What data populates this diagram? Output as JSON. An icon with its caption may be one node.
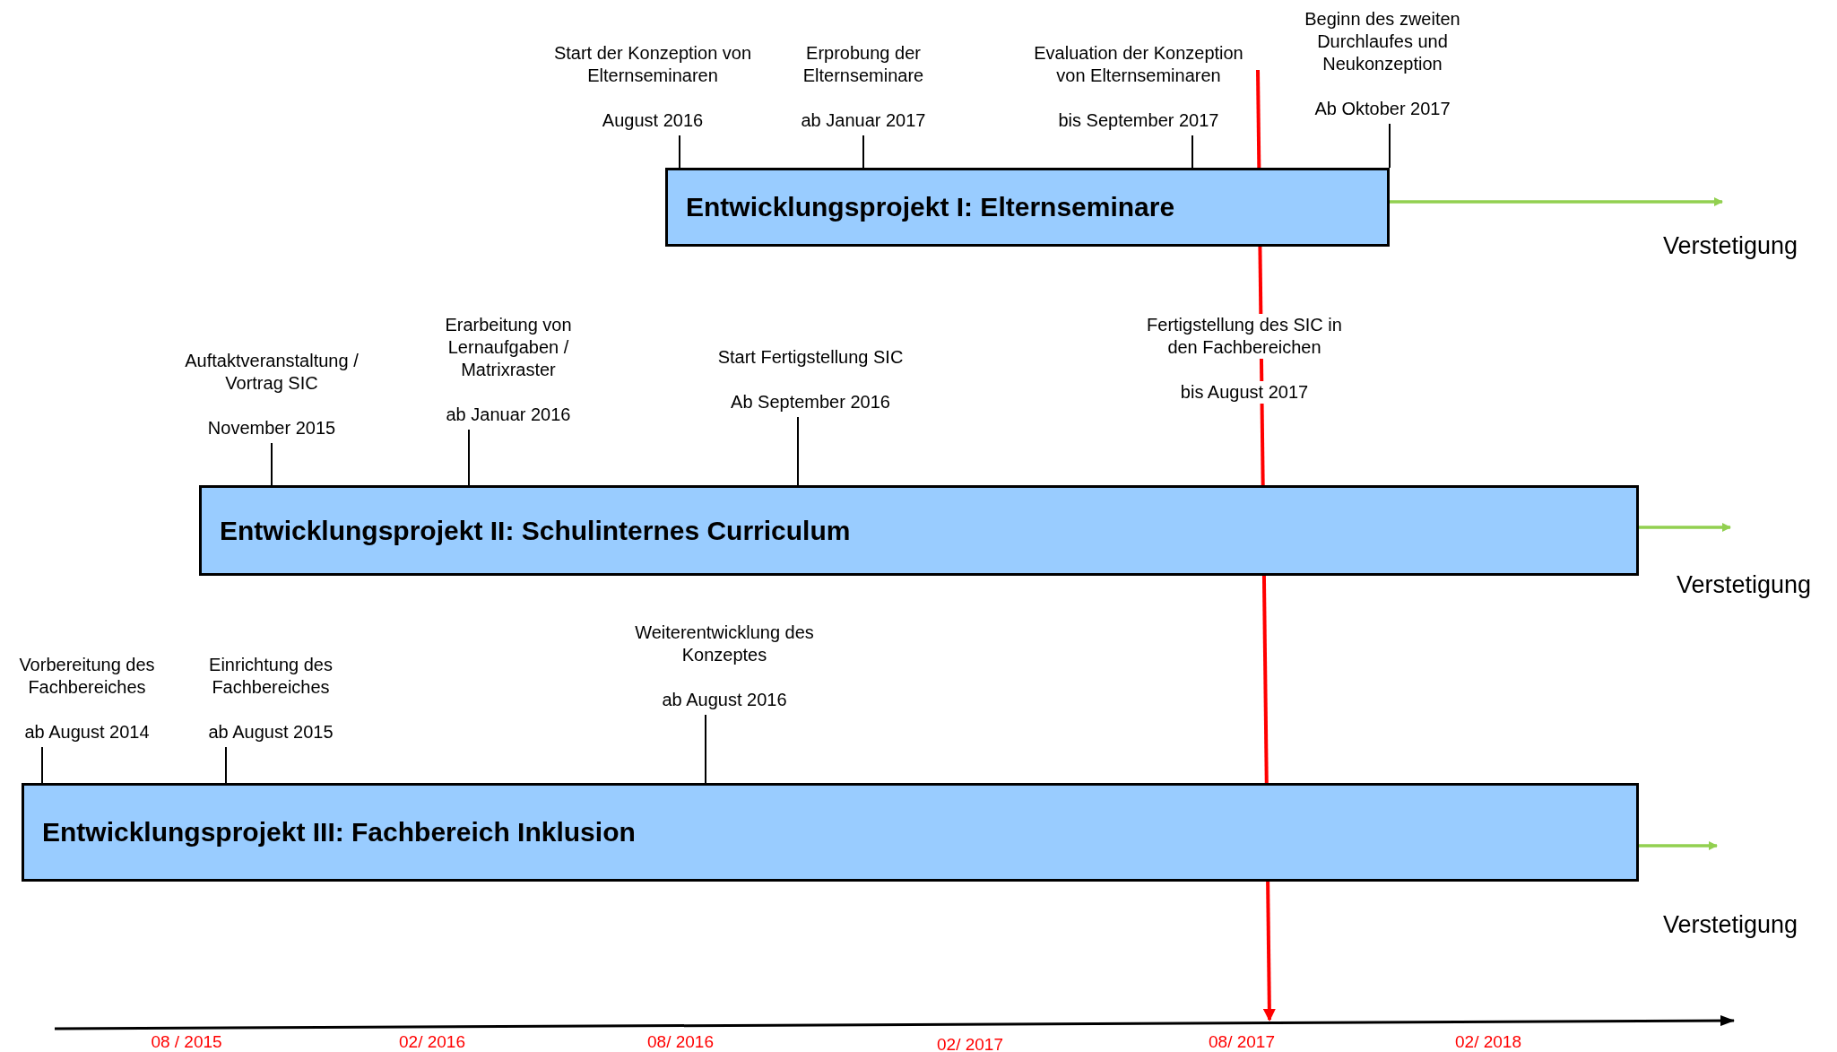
{
  "diagram": {
    "nodes": [
      {
        "text": [
          "Start der Konzeption von Elternseminaren",
          "August 2016"
        ]
      },
      {
        "text": [
          "Erprobung der Elternseminare",
          "ab Januar 2017"
        ]
      },
      {
        "text": [
          "Evaluation der Konzeption von Elternseminaren",
          "bis September 2017"
        ]
      },
      {
        "text": [
          "Beginn des zweiten Durchlaufes und Neukonzeption",
          "Ab Oktober 2017"
        ]
      },
      {
        "text": [
          "Entwicklungsprojekt I: Elternseminare"
        ]
      },
      {
        "text": [
          "Auftaktveranstaltung / Vortrag SIC",
          "November 2015"
        ]
      },
      {
        "text": [
          "Erarbeitung von Lernaufgaben / Matrixraster",
          "ab Januar 2016"
        ]
      },
      {
        "text": [
          "Start Fertigstellung SIC",
          "Ab September 2016"
        ]
      },
      {
        "text": [
          "Fertigstellung des SIC in den Fachbereichen",
          "bis August 2017"
        ]
      },
      {
        "text": [
          "Entwicklungsprojekt II: Schulinternes Curriculum"
        ]
      },
      {
        "text": [
          "Vorbereitung des Fachbereiches",
          "ab August 2014"
        ]
      },
      {
        "text": [
          "Einrichtung des Fachbereiches",
          "ab August 2015"
        ]
      },
      {
        "text": [
          "Weiterentwicklung des Konzeptes",
          "ab August 2016"
        ]
      },
      {
        "text": [
          "Entwicklungsprojekt III: Fachbereich Inklusion"
        ]
      }
    ],
    "edges": [
      {
        "from": 0,
        "to": 4,
        "arrow": "none"
      },
      {
        "from": 1,
        "to": 4,
        "arrow": "none"
      },
      {
        "from": 2,
        "to": 4,
        "arrow": "none"
      },
      {
        "from": 3,
        "to": 4,
        "arrow": "none"
      },
      {
        "from": 5,
        "to": 9,
        "arrow": "none"
      },
      {
        "from": 6,
        "to": 9,
        "arrow": "none"
      },
      {
        "from": 7,
        "to": 9,
        "arrow": "none"
      },
      {
        "from": 10,
        "to": 13,
        "arrow": "none"
      },
      {
        "from": 11,
        "to": 13,
        "arrow": "none"
      },
      {
        "from": 12,
        "to": 13,
        "arrow": "none"
      },
      {
        "from": 4,
        "to": null,
        "arrow": "to",
        "color": "#92d050"
      },
      {
        "from": 9,
        "to": null,
        "arrow": "to",
        "color": "#92d050"
      },
      {
        "from": 13,
        "to": null,
        "arrow": "to",
        "color": "#92d050"
      }
    ],
    "labels": [
      "Verstetigung",
      "Verstetigung",
      "Verstetigung",
      "08 / 2015",
      "02/ 2016",
      "08/ 2016",
      "02/ 2017",
      "08/ 2017",
      "02/ 2018"
    ]
  }
}
